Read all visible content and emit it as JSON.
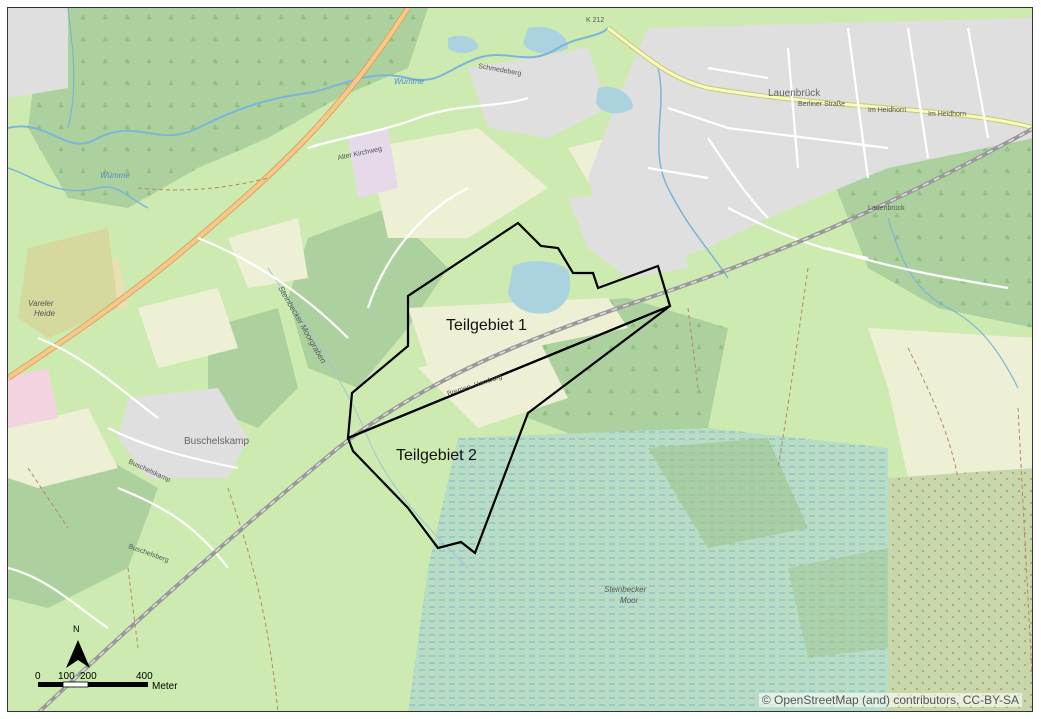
{
  "areas": {
    "area1_label": "Teilgebiet 1",
    "area2_label": "Teilgebiet 2"
  },
  "places": {
    "lauenbrueck": "Lauenbrück",
    "buschelskamp": "Buschelskamp",
    "vareler_heide_1": "Vareler",
    "vareler_heide_2": "Heide",
    "steinbecker_moor_1": "Steinbecker",
    "steinbecker_moor_2": "Moor",
    "lauenbrueck_station": "Lauenbrück",
    "wuemme": "Wümme",
    "wuemme2": "Wümme",
    "road_k212": "K 212"
  },
  "streets": {
    "berliner_strasse": "Berliner Straße",
    "im_heidhorn_1": "Im Heidhorn",
    "im_heidhorn_2": "Im Heidhorn",
    "bremer_hamburg": "Bremen–Hamburg",
    "buschelsberg": "Buschelsberg",
    "buschelskamp_street": "Buschelskamp",
    "schmedeberg": "Schmedeberg",
    "alter_kirchweg": "Alter Kirchweg",
    "steinbecker_moorgraben": "Steinbecker Moorgraben"
  },
  "north_arrow": {
    "label": "N"
  },
  "scale_bar": {
    "ticks": [
      "0",
      "100",
      "200",
      "400"
    ],
    "unit": "Meter"
  },
  "attribution": "© OpenStreetMap (and) contributors, CC-BY-SA",
  "colors": {
    "forest": "#add19e",
    "meadow": "#cdebb0",
    "farmland": "#eef0d5",
    "residential": "#e0dfdf",
    "water": "#aad3df",
    "wetland": "#9fd3b8",
    "main_road": "#f6c98b",
    "secondary_road": "#f7fabf",
    "rail": "#888888",
    "boundary": "#000000"
  }
}
